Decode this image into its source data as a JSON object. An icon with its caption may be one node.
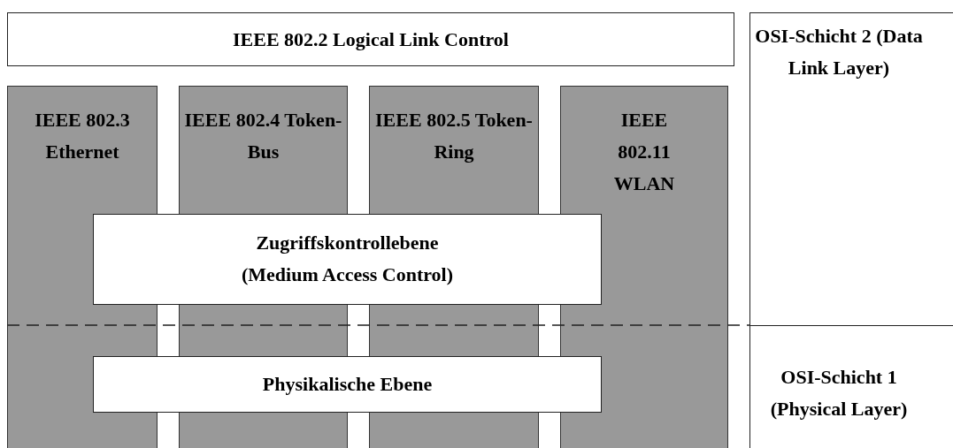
{
  "diagram": {
    "nodes": [
      {
        "text": [
          "IEEE 802.2 Logical Link Control"
        ]
      },
      {
        "text": [
          "IEEE 802.3 Ethernet"
        ]
      },
      {
        "text": [
          "IEEE 802.4 Token-Bus"
        ]
      },
      {
        "text": [
          "IEEE 802.5 Token-Ring"
        ]
      },
      {
        "text": [
          "IEEE 802.11 WLAN"
        ]
      },
      {
        "text": [
          "Zugriffskontrollebene",
          "(Medium Access Control)"
        ]
      },
      {
        "text": [
          "Physikalische Ebene"
        ]
      },
      {
        "text": [
          "OSI-Schicht 2 (Data Link Layer)"
        ]
      },
      {
        "text": [
          "OSI-Schicht 1 (Physical Layer)"
        ]
      }
    ],
    "edges": []
  }
}
